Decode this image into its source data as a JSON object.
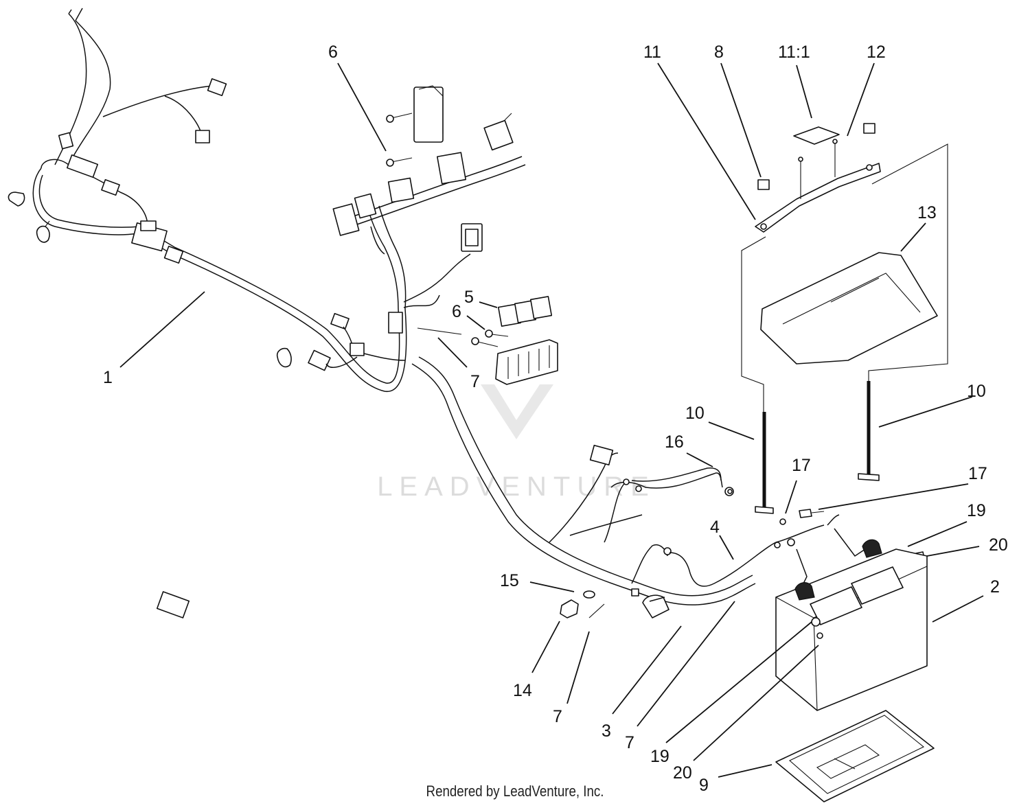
{
  "watermark": {
    "brand": "LEADVENTURE"
  },
  "credit": "Rendered by LeadVenture, Inc.",
  "callouts": [
    {
      "id": "c1",
      "label": "1"
    },
    {
      "id": "c6a",
      "label": "6"
    },
    {
      "id": "c5",
      "label": "5"
    },
    {
      "id": "c6b",
      "label": "6"
    },
    {
      "id": "c7a",
      "label": "7"
    },
    {
      "id": "c11",
      "label": "11"
    },
    {
      "id": "c8",
      "label": "8"
    },
    {
      "id": "c11_1",
      "label": "11:1"
    },
    {
      "id": "c12",
      "label": "12"
    },
    {
      "id": "c13",
      "label": "13"
    },
    {
      "id": "c10a",
      "label": "10"
    },
    {
      "id": "c10b",
      "label": "10"
    },
    {
      "id": "c16",
      "label": "16"
    },
    {
      "id": "c17a",
      "label": "17"
    },
    {
      "id": "c17b",
      "label": "17"
    },
    {
      "id": "c19a",
      "label": "19"
    },
    {
      "id": "c20a",
      "label": "20"
    },
    {
      "id": "c4",
      "label": "4"
    },
    {
      "id": "c2",
      "label": "2"
    },
    {
      "id": "c15",
      "label": "15"
    },
    {
      "id": "c14",
      "label": "14"
    },
    {
      "id": "c7b",
      "label": "7"
    },
    {
      "id": "c3",
      "label": "3"
    },
    {
      "id": "c7c",
      "label": "7"
    },
    {
      "id": "c19b",
      "label": "19"
    },
    {
      "id": "c20b",
      "label": "20"
    },
    {
      "id": "c9",
      "label": "9"
    }
  ]
}
